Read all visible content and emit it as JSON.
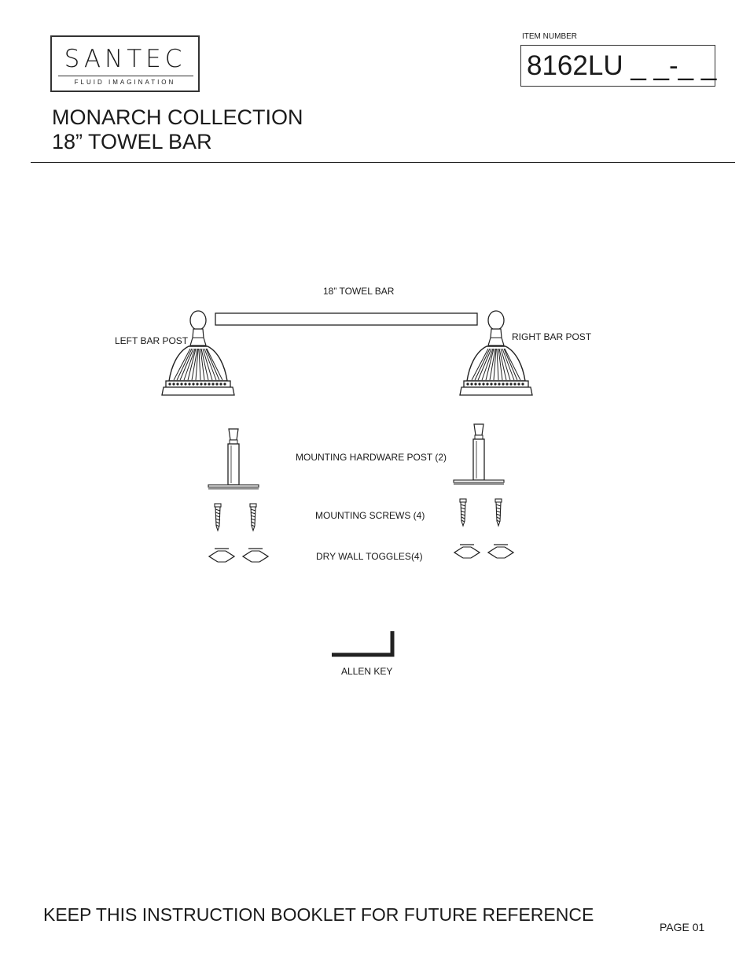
{
  "logo": {
    "brand": "SANTEC",
    "tagline": "FLUID IMAGINATION"
  },
  "item": {
    "label": "ITEM NUMBER",
    "value": "8162LU _ _-_ _"
  },
  "title": {
    "line1": "MONARCH COLLECTION",
    "line2": "18” TOWEL BAR"
  },
  "parts": {
    "towel_bar": "18” TOWEL BAR",
    "left_post": "LEFT  BAR POST",
    "right_post": "RIGHT  BAR POST",
    "mounting_post": "MOUNTING HARDWARE POST (2)",
    "screws": "MOUNTING SCREWS (4)",
    "toggles": "DRY WALL TOGGLES(4)",
    "allen_key": "ALLEN KEY"
  },
  "footer": {
    "note": "KEEP THIS INSTRUCTION BOOKLET FOR FUTURE REFERENCE",
    "page": "PAGE 01"
  }
}
